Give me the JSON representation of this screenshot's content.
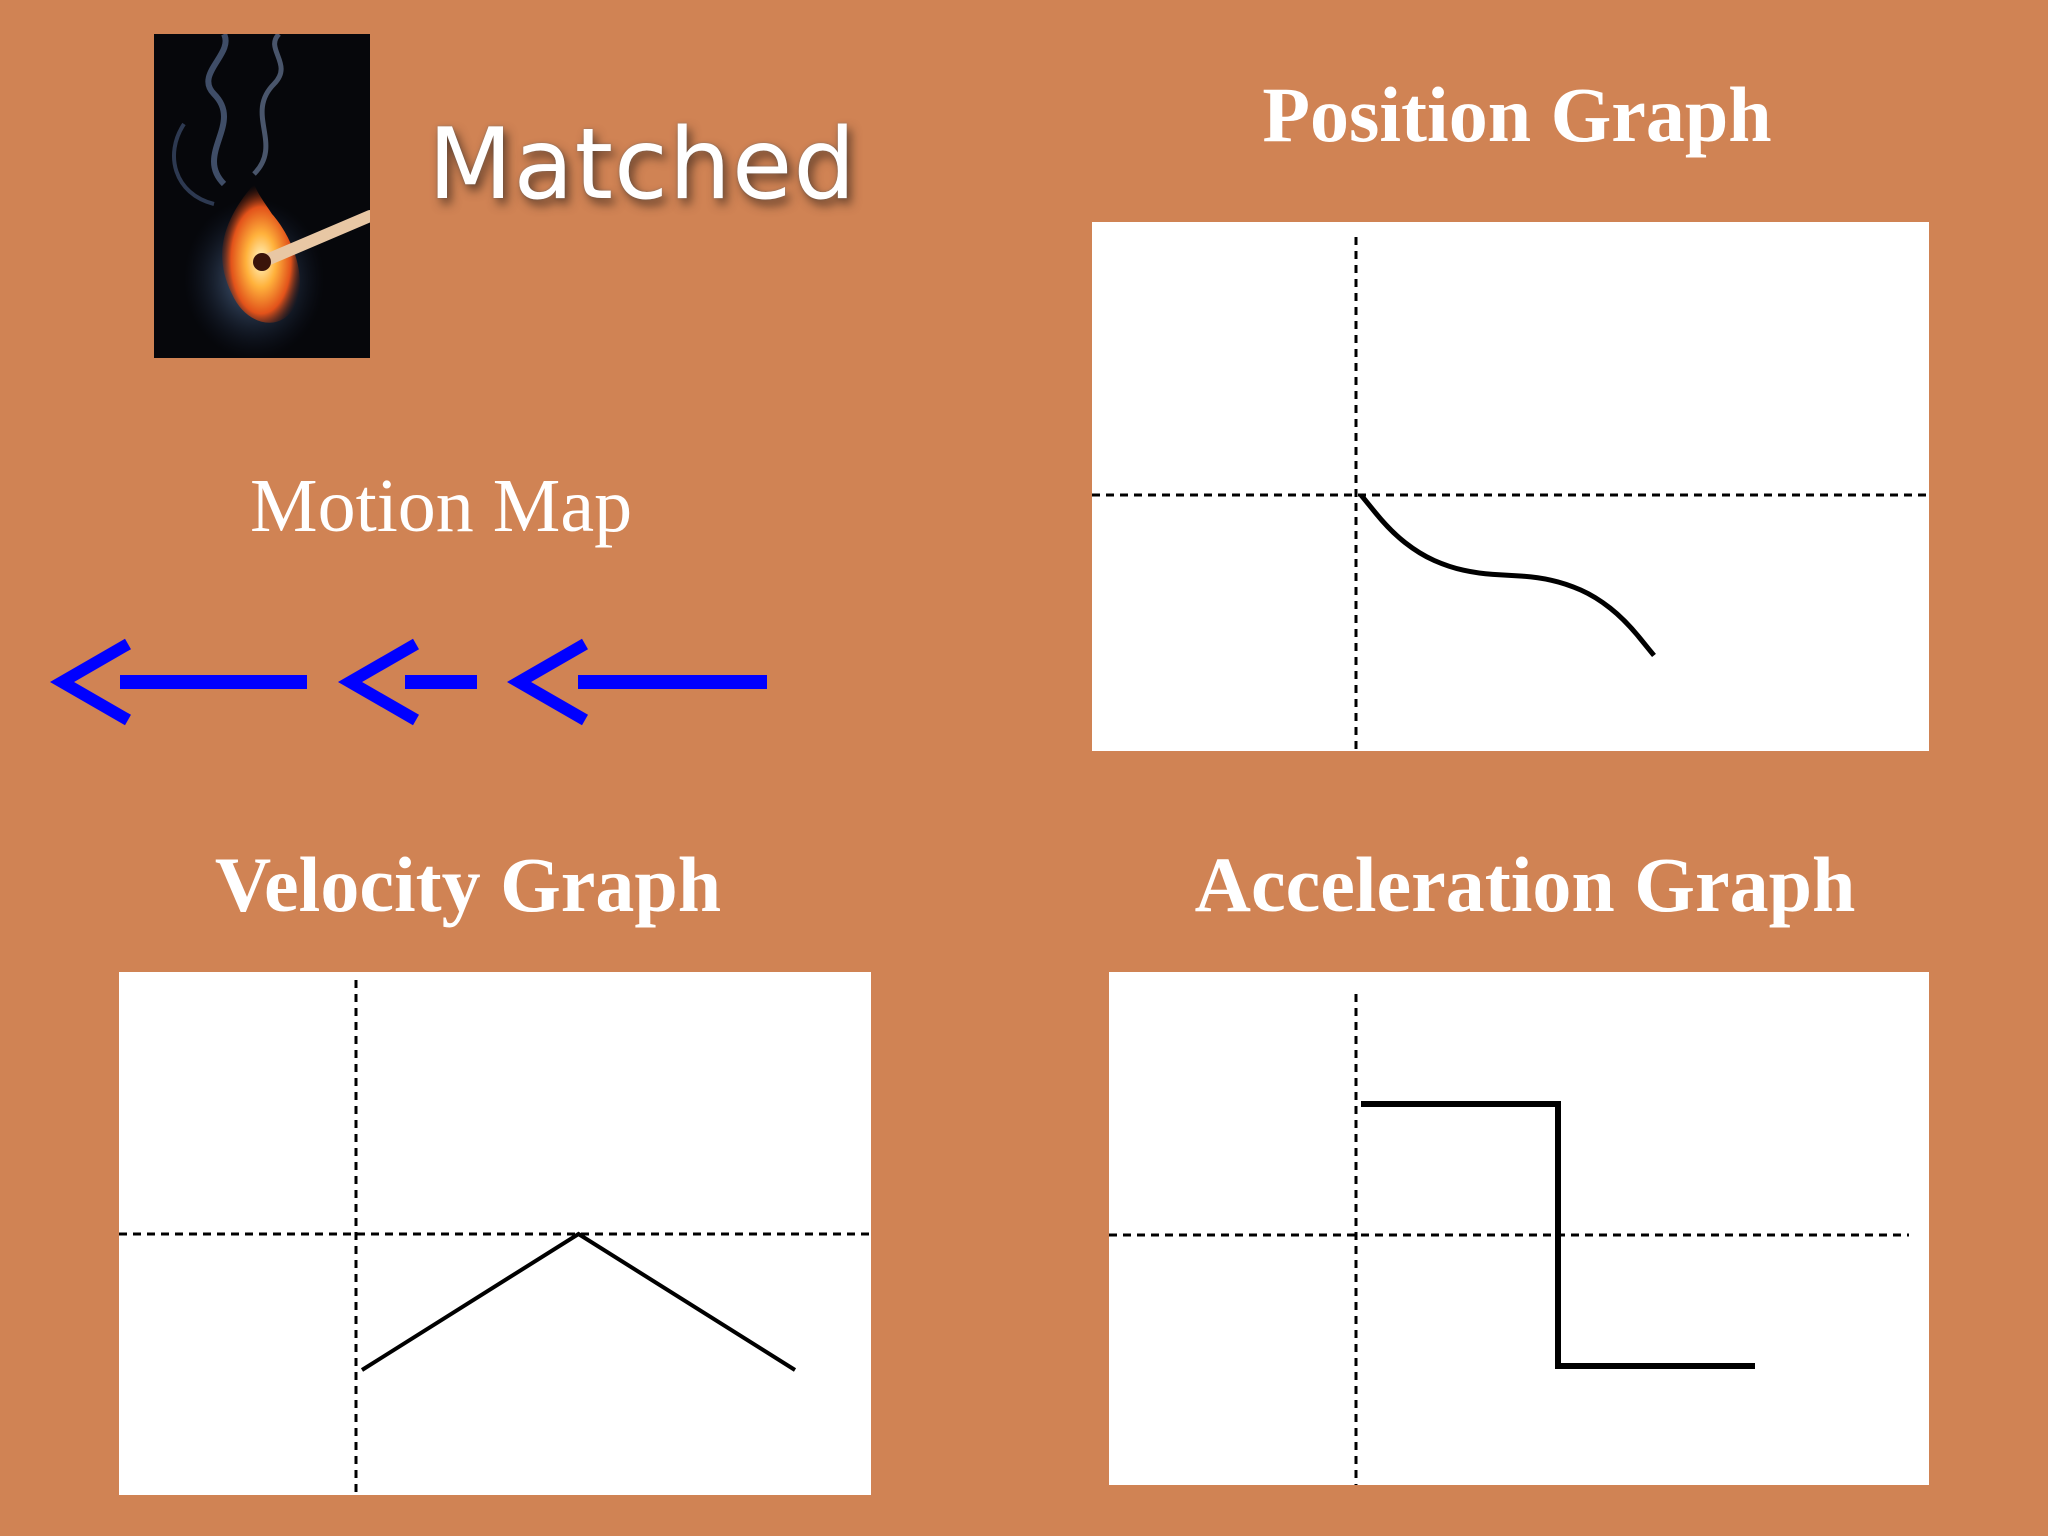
{
  "slide": {
    "title": "Matched",
    "photo_icon": "burning-match-icon",
    "background_color": "#d08354"
  },
  "motion_map": {
    "label": "Motion Map",
    "direction": "left",
    "arrow_color": "#0000ff",
    "relative_lengths": [
      1.0,
      0.45,
      1.0
    ]
  },
  "chart_data": [
    {
      "type": "line",
      "title": "Position Graph",
      "xlabel": "",
      "ylabel": "",
      "axis_style": "dashed",
      "x": [
        0,
        1,
        2,
        3,
        4,
        5,
        6,
        7,
        8,
        9,
        10
      ],
      "y": [
        0,
        -0.61,
        -1.0,
        -1.22,
        -1.33,
        -1.36,
        -1.39,
        -1.5,
        -1.72,
        -2.11,
        -2.72
      ]
    },
    {
      "type": "line",
      "title": "Velocity Graph",
      "xlabel": "",
      "ylabel": "",
      "axis_style": "dashed",
      "x": [
        0,
        5,
        10
      ],
      "y": [
        -1,
        0,
        -1
      ]
    },
    {
      "type": "line",
      "title": "Acceleration Graph",
      "xlabel": "",
      "ylabel": "",
      "axis_style": "dashed",
      "x": [
        0,
        5,
        5,
        10
      ],
      "y": [
        1,
        1,
        -1,
        -1
      ]
    }
  ]
}
